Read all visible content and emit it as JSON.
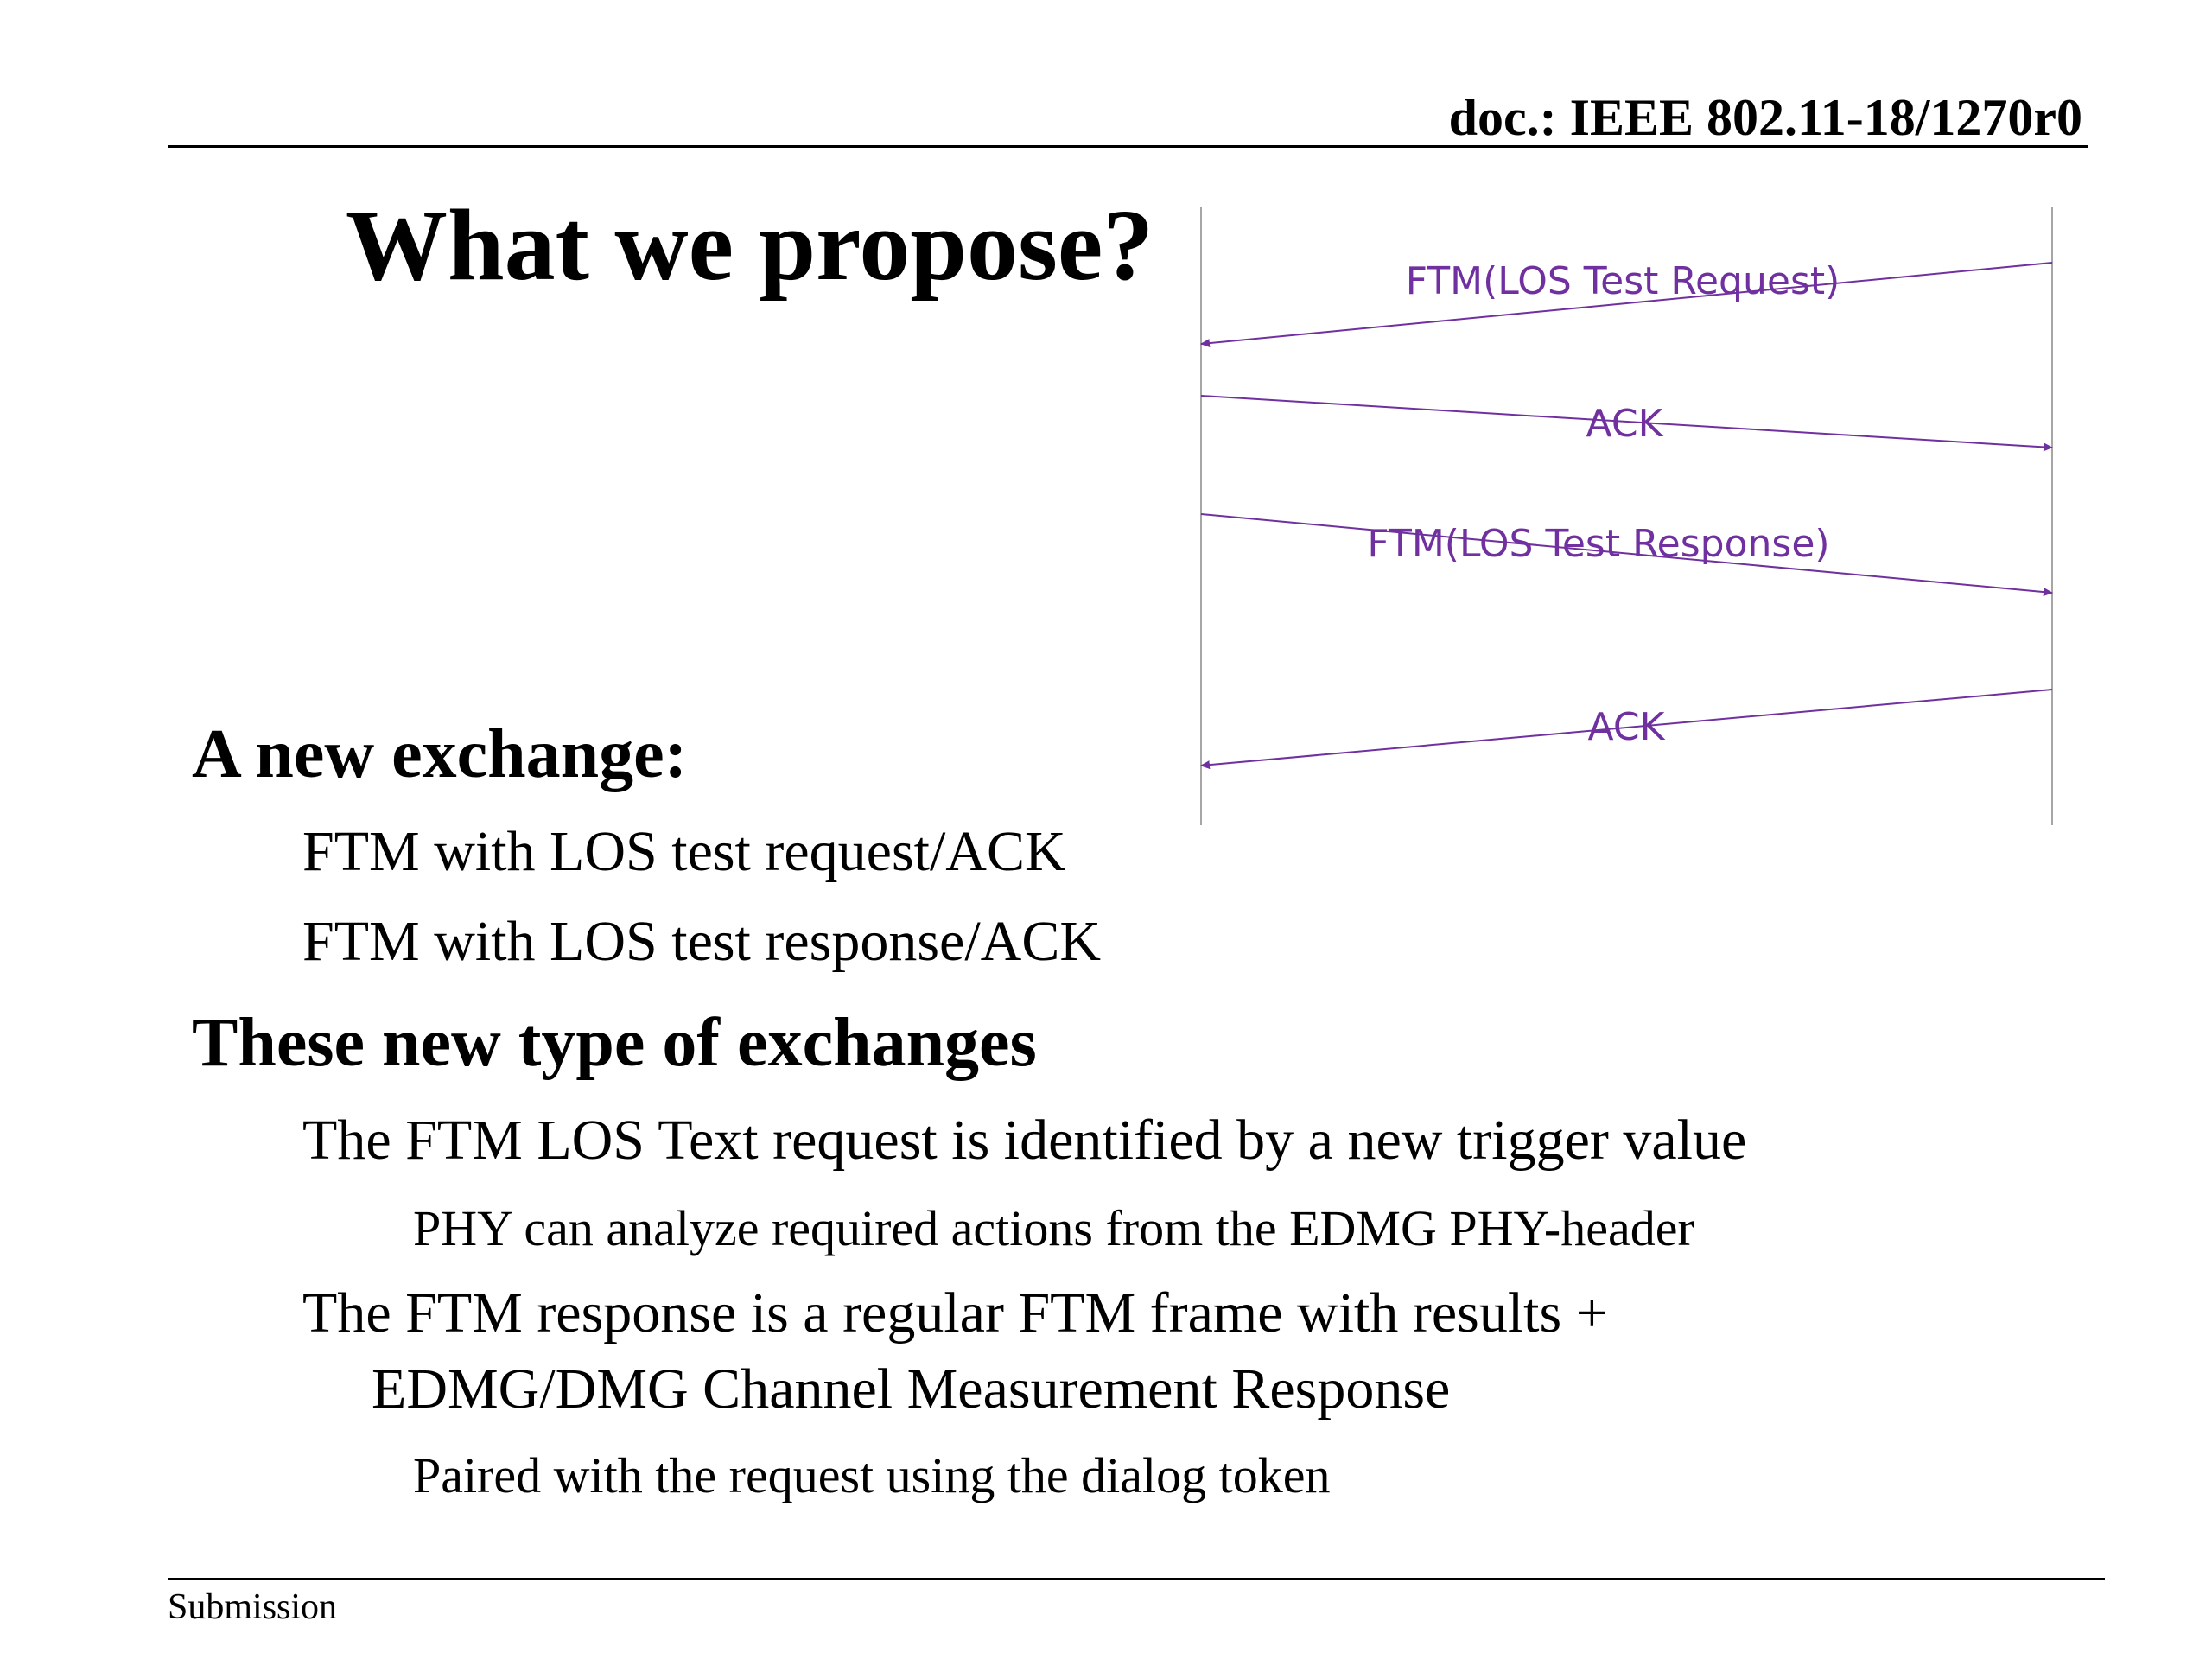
{
  "header": {
    "doc_id": "doc.: IEEE 802.11-18/1270r0"
  },
  "title": "What we propose?",
  "diagram": {
    "messages": [
      {
        "label": "FTM(LOS Test Request)",
        "direction": "right-to-left"
      },
      {
        "label": "ACK",
        "direction": "left-to-right"
      },
      {
        "label": "FTM(LOS Test Response)",
        "direction": "left-to-right"
      },
      {
        "label": "ACK",
        "direction": "right-to-left"
      }
    ],
    "colors": {
      "message": "#7030a0",
      "lifeline": "#a6a6a6"
    }
  },
  "body": {
    "section1": {
      "heading": "A new exchange:",
      "items": [
        "FTM with LOS test request/ACK",
        "FTM with LOS test response/ACK"
      ]
    },
    "section2": {
      "heading": "These new type of exchanges",
      "item1": "The FTM LOS Text request is identified by a new trigger value",
      "item1_sub": "PHY can analyze required actions from the EDMG PHY-header",
      "item2_line1": "The FTM response is a regular FTM frame with results +",
      "item2_line2": "EDMG/DMG Channel Measurement Response",
      "item2_sub": "Paired with the request using the dialog token"
    }
  },
  "footer": {
    "label": "Submission"
  }
}
